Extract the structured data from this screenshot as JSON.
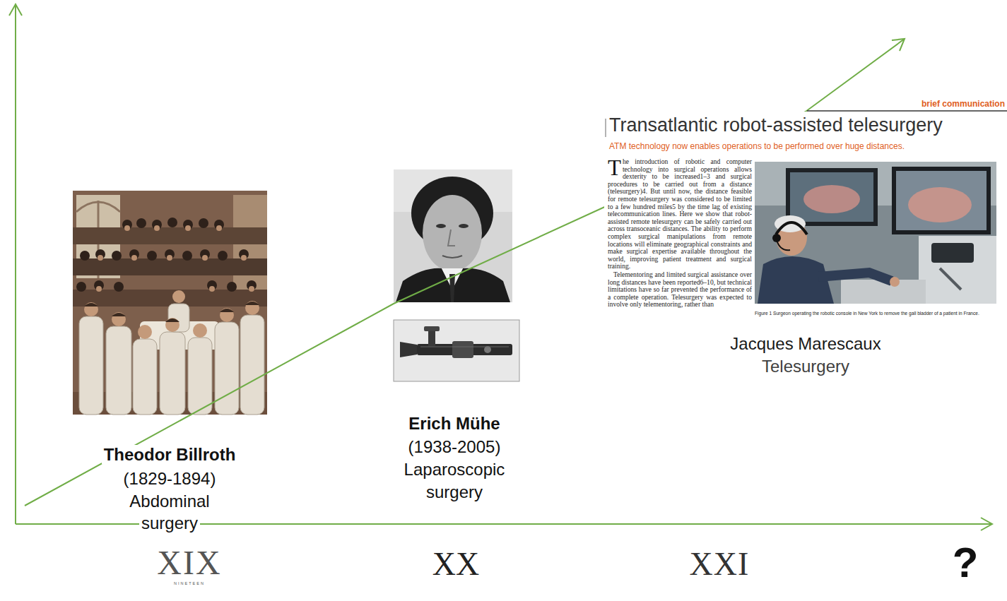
{
  "diagram": {
    "labels": [
      "Theodor Billroth",
      "(1829-1894)",
      "Abdominal surgery",
      "Erich Mühe",
      "(1938-2005)",
      "Laparoscopic surgery",
      "brief communication",
      "Transatlantic robot-assisted telesurgery",
      "ATM technology now enables operations to be performed over huge distances.",
      "The introduction of robotic and computer technology into surgical operations allows dexterity to be increased1–3 and surgical procedures to be carried out from a distance (telesurgery)4. But until now, the distance feasible for remote telesurgery was considered to be limited to a few hundred miles5 by the time lag of existing telecommunication lines. Here we show that robot-assisted remote telesurgery can be safely carried out across transoceanic distances. The ability to perform complex surgical manipulations from remote locations will eliminate geographical constraints and make surgical expertise available throughout the world, improving patient treatment and surgical training.",
      "Telementoring and limited surgical assistance over long distances have been reported6–10, but technical limitations have so far prevented the performance of a complete operation. Telesurgery was expected to involve only telementoring, rather than",
      "Figure 1 Surgeon operating the robotic console in New York to remove the gall bladder of a patient in France.",
      "Jacques Marescaux",
      "Telesurgery",
      "XIX",
      "NINETEEN",
      "XX",
      "XXI",
      "?"
    ]
  }
}
